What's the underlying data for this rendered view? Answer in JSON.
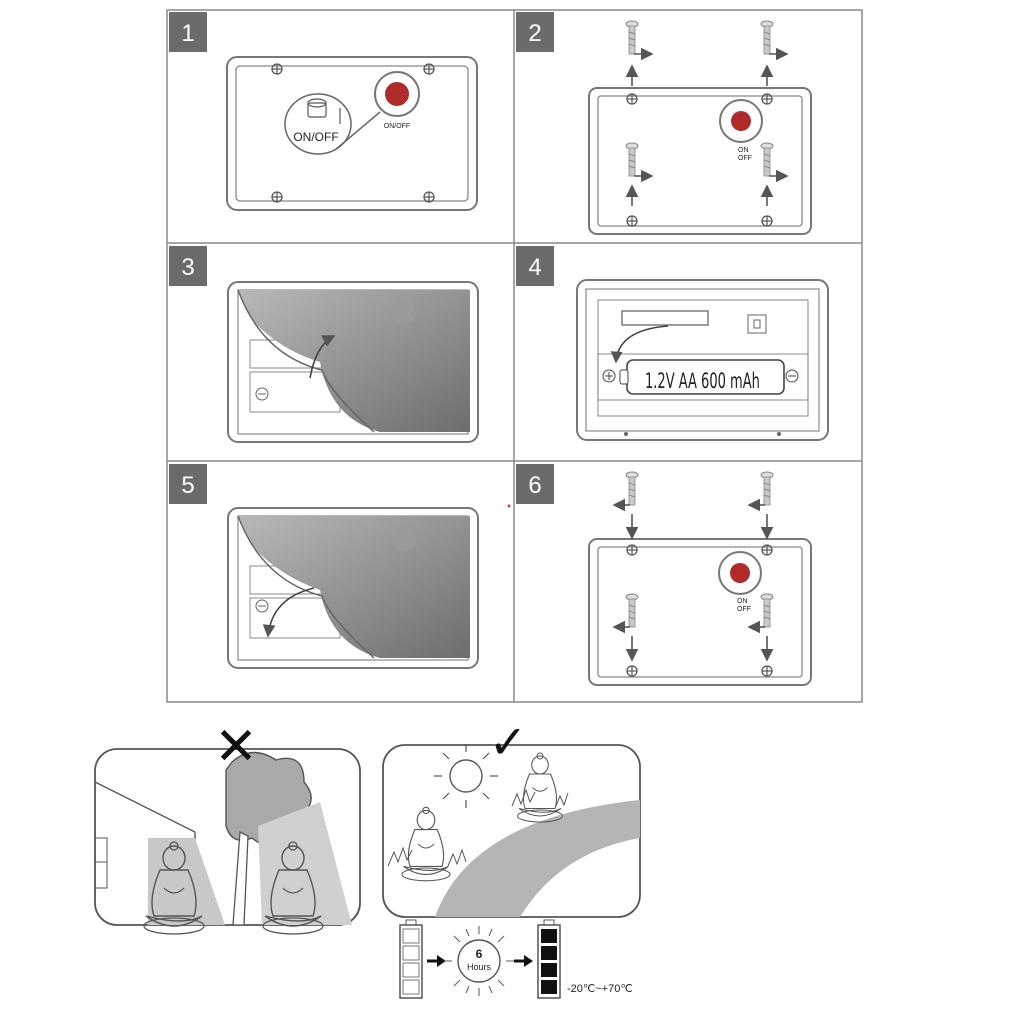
{
  "steps": [
    {
      "number": "1",
      "switch_label": "ON/OFF",
      "small_label": "ON/OFF"
    },
    {
      "number": "2",
      "on_label": "ON",
      "off_label": "OFF"
    },
    {
      "number": "3"
    },
    {
      "number": "4",
      "battery_label": "1.2V AA 600 mAh"
    },
    {
      "number": "5"
    },
    {
      "number": "6",
      "on_label": "ON",
      "off_label": "OFF"
    }
  ],
  "placement": {
    "wrong_mark": "✕",
    "right_mark": "✓"
  },
  "charging": {
    "hours_value": "6",
    "hours_label": "Hours",
    "temperature_range": "-20℃~+70℃"
  }
}
